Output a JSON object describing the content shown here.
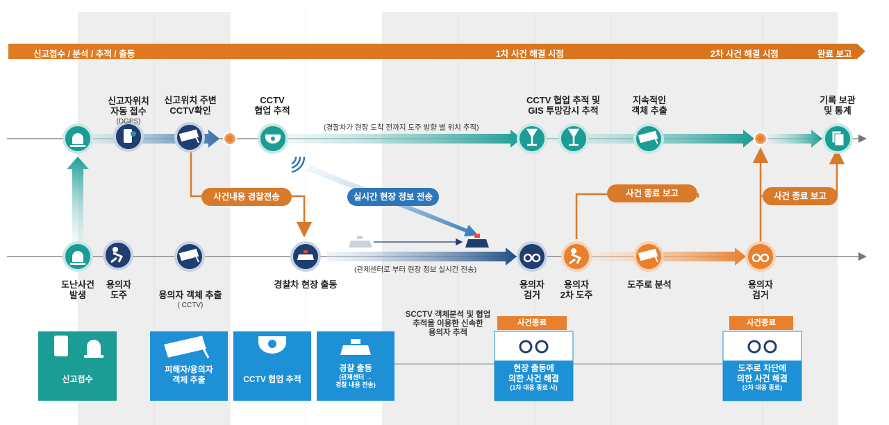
{
  "banner": {
    "left": "신고접수 / 분석 / 추적 / 출동",
    "first_resolution": "1차 사건 해결 시점",
    "second_resolution": "2차 사건 해결 시점",
    "complete": "완료 보고"
  },
  "top_nodes": {
    "gps_report": {
      "title": "신고자위치\n자동 접수",
      "sub": "(DGPS)"
    },
    "cctv_check": {
      "title": "신고위치 주변\nCCTV확인"
    },
    "cctv_track": {
      "title": "CCTV\n협업 추적"
    },
    "gis_track": {
      "title": "CCTV 협업 추적 및\nGIS 투망감시 추적"
    },
    "continuous": {
      "title": "지속적인\n객체 추출"
    },
    "records": {
      "title": "기록 보관\n및 통계"
    }
  },
  "bottom_nodes": {
    "theft": {
      "title": "도난사건\n발생"
    },
    "flee": {
      "title": "용의자\n도주"
    },
    "extract": {
      "title": "용의자 객체 추출",
      "sub": "( CCTV)"
    },
    "dispatch": {
      "title": "경찰차 현장 출동"
    },
    "arrest1": {
      "title": "용의자\n검거"
    },
    "flee2": {
      "title": "용의자\n2차 도주"
    },
    "route": {
      "title": "도주로 분석"
    },
    "arrest2": {
      "title": "용의자\n검거"
    }
  },
  "notes": {
    "top_line": "(경찰차가 현장 도착 전까지 도주 방향 별 위치 추적)",
    "bottom_line": "(관제센터로 부터 현장 정보 실시간 전송)",
    "scctv": "SCCTV 객체분석 및 협업\n추적을 이용한 신속한\n용의자 추적"
  },
  "pills": {
    "transmit": "사건내용 경찰전송",
    "realtime": "실시간 현장 정보 전송",
    "end_report1": "사건 종료 보고",
    "end_report2": "사건 종료 보고"
  },
  "cards": {
    "report": {
      "label": "신고접수"
    },
    "victim": {
      "label": "피해자/용의자\n객체 추출"
    },
    "cctv": {
      "label": "CCTV 협업 추적"
    },
    "police": {
      "label": "경찰 출동",
      "small": "(관제센터 →\n경찰 내용 전송)"
    },
    "resolve1": {
      "tag": "사건종료",
      "label": "현장 출동에\n의한 사건 해결",
      "small": "(1차 대응 종료 시)"
    },
    "resolve2": {
      "tag": "사건종료",
      "label": "도주로 차단에\n의한 사건 해결",
      "small": "(2차 대응 종료)"
    }
  },
  "colors": {
    "teal": "#1b9c94",
    "navy": "#1f3d6e",
    "orange": "#e8802e",
    "blue": "#2d76b9",
    "card_blue": "#1e90d6"
  }
}
